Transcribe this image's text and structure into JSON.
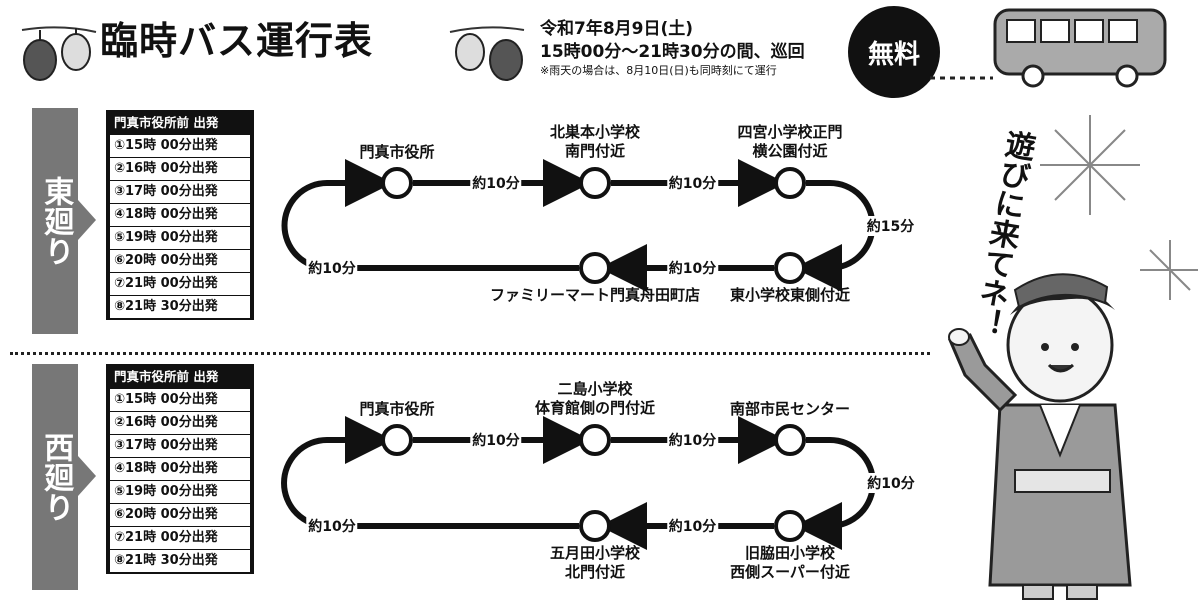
{
  "header": {
    "title": "臨時バス運行表",
    "date_line": "令和7年8月9日(土)",
    "time_line": "15時00分～21時30分の間、巡回",
    "note_line": "※雨天の場合は、8月10日(日)も同時刻にて運行",
    "free_badge": "無料"
  },
  "slogan": "遊びに来てネ！",
  "routes": [
    {
      "name": "東廻り",
      "schedule_header": "門真市役所前 出発",
      "departures": [
        "①15時 00分出発",
        "②16時 00分出発",
        "③17時 00分出発",
        "④18時 00分出発",
        "⑤19時 00分出発",
        "⑥20時 00分出発",
        "⑦21時 00分出発",
        "⑧21時 30分出発"
      ],
      "stops": [
        "門真市役所",
        "北巣本小学校\n南門付近",
        "四宮小学校正門\n横公園付近",
        "東小学校東側付近",
        "ファミリーマート門真舟田町店"
      ],
      "segments": [
        "約10分",
        "約10分",
        "約15分",
        "約10分",
        "約10分"
      ]
    },
    {
      "name": "西廻り",
      "schedule_header": "門真市役所前 出発",
      "departures": [
        "①15時 00分出発",
        "②16時 00分出発",
        "③17時 00分出発",
        "④18時 00分出発",
        "⑤19時 00分出発",
        "⑥20時 00分出発",
        "⑦21時 00分出発",
        "⑧21時 30分出発"
      ],
      "stops": [
        "門真市役所",
        "二島小学校\n体育館側の門付近",
        "南部市民センター",
        "旧脇田小学校\n西側スーパー付近",
        "五月田小学校\n北門付近"
      ],
      "segments": [
        "約10分",
        "約10分",
        "約10分",
        "約10分",
        "約10分"
      ]
    }
  ]
}
